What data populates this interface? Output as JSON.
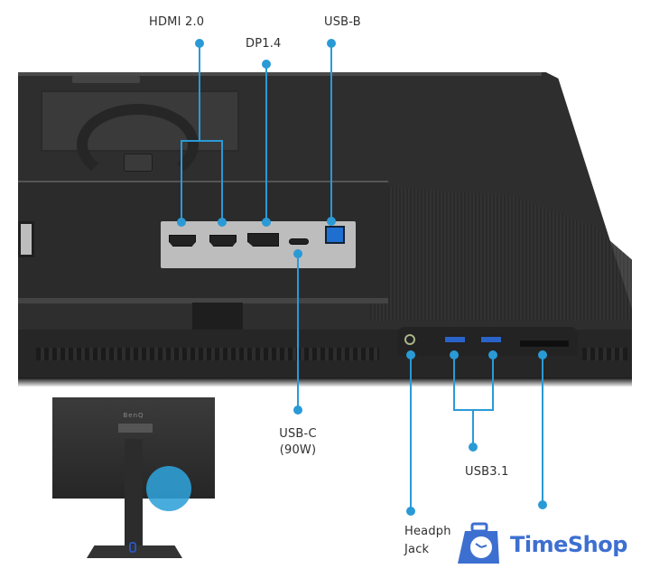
{
  "image": {
    "subject": "BenQ monitor rear I/O ports diagram",
    "brand_emboss": "BenQ"
  },
  "callouts": {
    "top": [
      {
        "id": "hdmi",
        "label": "HDMI 2.0"
      },
      {
        "id": "dp",
        "label": "DP1.4"
      },
      {
        "id": "usbb",
        "label": "USB-B"
      }
    ],
    "bottom": [
      {
        "id": "usbc",
        "label_line1": "USB-C",
        "label_line2": "(90W)"
      },
      {
        "id": "usba",
        "label": "USB3.1"
      },
      {
        "id": "headphone",
        "label_line1": "Headph",
        "label_line2": "Jack"
      }
    ]
  },
  "thumbnail": {
    "brand": "BenQ"
  },
  "watermark": {
    "text": "TimeShop"
  },
  "colors": {
    "accent": "#2a9ad6",
    "monitor": "#2e2e2e",
    "io_plate": "#bdbdbd",
    "usb_blue": "#2a63c9",
    "logo": "#3d6fd1",
    "label_text": "#2f2f2f"
  }
}
